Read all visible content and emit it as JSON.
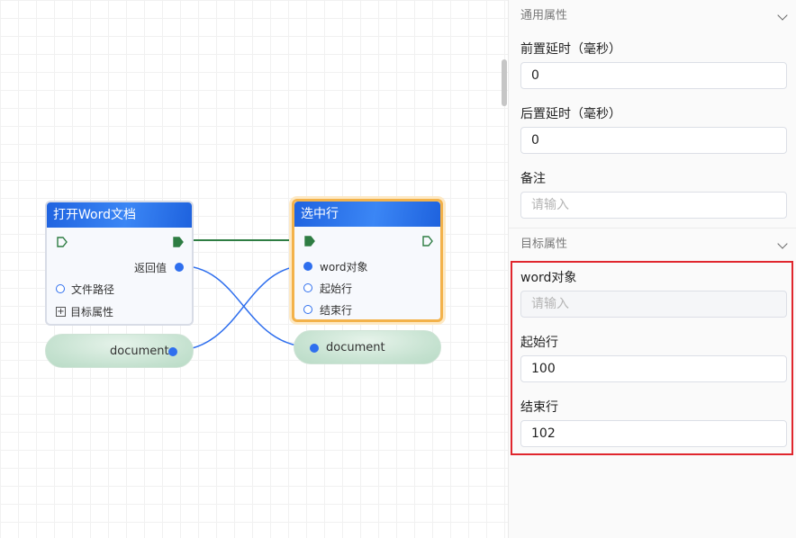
{
  "canvas": {
    "node_open": {
      "title": "打开Word文档",
      "return_label": "返回值",
      "file_path_label": "文件路径",
      "target_attr_label": "目标属性",
      "expand_symbol": "+"
    },
    "node_select": {
      "title": "选中行",
      "word_object_label": "word对象",
      "start_row_label": "起始行",
      "end_row_label": "结束行"
    },
    "var_left": {
      "label": "document"
    },
    "var_right": {
      "label": "document"
    },
    "colors": {
      "node_header": "#2a6ee9",
      "selected_border": "#f3b24a",
      "flow_wire": "#2e7d43",
      "data_wire": "#2f6fee",
      "variable_pill": "#c4e1cf"
    }
  },
  "panel": {
    "general_section": {
      "title": "通用属性",
      "pre_delay_label": "前置延时（毫秒）",
      "pre_delay_value": "0",
      "post_delay_label": "后置延时（毫秒）",
      "post_delay_value": "0",
      "note_label": "备注",
      "note_placeholder": "请输入"
    },
    "target_section": {
      "title": "目标属性",
      "word_object_label": "word对象",
      "word_object_placeholder": "请输入",
      "start_row_label": "起始行",
      "start_row_value": "100",
      "end_row_label": "结束行",
      "end_row_value": "102"
    },
    "highlight_color": "#e0262d"
  }
}
